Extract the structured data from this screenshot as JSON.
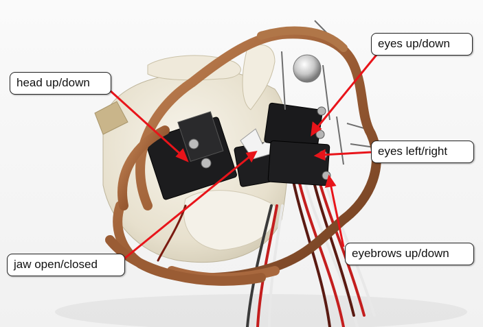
{
  "labels": {
    "head": "head up/down",
    "eyes_updown": "eyes up/down",
    "eyes_leftright": "eyes left/right",
    "eyebrows": "eyebrows up/down",
    "jaw": "jaw open/closed"
  },
  "colors": {
    "arrow": "#e8141a",
    "copper": "#a8683e",
    "servo": "#1c1c1e",
    "clay": "#ece6d6"
  }
}
